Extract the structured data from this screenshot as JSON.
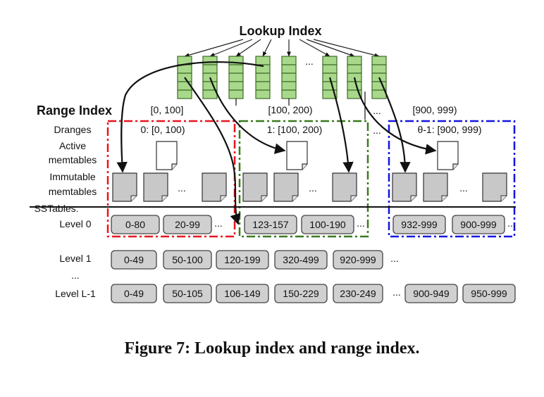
{
  "lookup_index": {
    "title": "Lookup Index",
    "ellipsis": "..."
  },
  "range_index": {
    "title": "Range Index"
  },
  "row_labels": {
    "dranges": "Dranges",
    "active_1": "Active",
    "active_2": "memtables",
    "immutable_1": "Immutable",
    "immutable_2": "memtables",
    "sstables_1": "SSTables:",
    "level0": "Level 0",
    "level1": "Level 1",
    "dots": "...",
    "levelL": "Level L-1"
  },
  "ranges": [
    {
      "label": "[0, 100]",
      "drange": "0: [0, 100)",
      "color": "#e8141e"
    },
    {
      "label": "[100, 200)",
      "drange": "1: [100, 200)",
      "color": "#3a7a1c"
    },
    {
      "label": "[900, 999)",
      "drange": "θ-1: [900, 999)",
      "color": "#1414e0"
    }
  ],
  "mid_ellipsis": "...",
  "memtable_ellipsis": "...",
  "level0_tables": [
    "0-80",
    "20-99",
    "123-157",
    "100-190",
    "932-999",
    "900-999"
  ],
  "level1_tables": [
    "0-49",
    "50-100",
    "120-199",
    "320-499",
    "920-999"
  ],
  "levelL_tables": [
    "0-49",
    "50-105",
    "106-149",
    "150-229",
    "230-249",
    "900-949",
    "950-999"
  ],
  "table_ellipsis": "...",
  "caption": "Figure 7: Lookup index and range index.",
  "colors": {
    "bucket_fill": "#a8d98a",
    "bucket_stroke": "#3f6a2a",
    "sstable_fill": "#d0d0d0",
    "memtable_fill": "#c8c8c8"
  }
}
